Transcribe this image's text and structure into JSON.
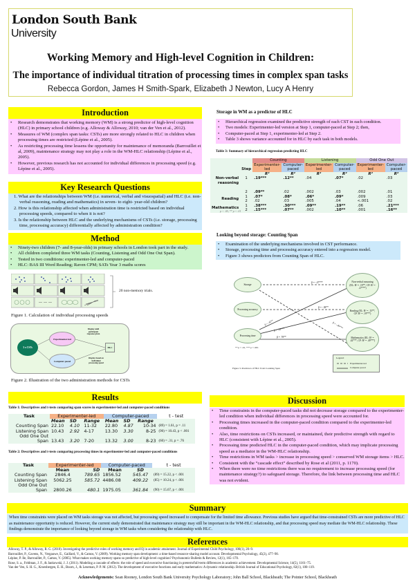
{
  "header": {
    "logo_line1": "London South Bank",
    "logo_line2": "University",
    "title": "Working Memory and High-level Cognition in Children:",
    "subtitle": "The importance of individual titration of processing times in complex span tasks",
    "authors": "Rebecca Gordon, James H Smith-Spark, Elizabeth J Newton, Lucy A Henry"
  },
  "introduction": {
    "heading": "Introduction",
    "bullets": [
      "Research demonstrates that working memory (WM) is a strong predictor of high-level cognition (HLC) in primary school children (e.g. Alloway & Alloway, 2010; van der Ven et al., 2012).",
      "Measures of WM (complex span tasks: CSTs) are more strongly related to HLC in children when processing times are restricted (Lépine et al., 2005).",
      "As restricting processing time lessens the opportunity for maintenance of memoranda (Barrouillet et al, 2009), maintenance strategy may not play a role in the WM-HLC relationship (Lépine et al., 2005).",
      "However, previous research has not accounted for individual differences in processing speed (e.g. Lépine et al., 2005)."
    ]
  },
  "research_questions": {
    "heading": "Key Research Questions",
    "items": [
      "1. What are the relationships between WM (i.e. numerical, verbal and visuospatial) and HLC (i.e. non-verbal reasoning, reading and mathematics) in seven- to eight- year-old children?",
      "2. How is this relationship affected when administration time is restricted based on individual processing speeds, compared to when it is not?",
      "3. Is the relationship between HLC and the underlying mechanisms of CSTs (i.e. storage, processing time, processing accuracy) differentially affected by administration condition?"
    ]
  },
  "method": {
    "heading": "Method",
    "bullets": [
      "Ninety-two children (7- and 8-year-olds) in primary schools in London took part in the study.",
      "All children completed three WM tasks (Counting, Listening and Odd One Out Span).",
      "Tested in two conditions: experimenter-led and computer-paced",
      "HLC: BAS III Word Reading; Raven CPM; SATs Year 3 maths scores"
    ],
    "figure1_note": "20 non-memory trials.",
    "figure1_caption": "Figure 1. Calculation of individual processing speeds",
    "figure2": {
      "source": "3 x CSTs",
      "cond1": "Experimenter-led",
      "cond2": "Computer-paced",
      "target": "HLC",
      "note1": "Display until participant response given",
      "note2": "Display based on individual processing speed"
    },
    "figure2_caption": "Figure 2. Illustration of the two administration methods for CSTs"
  },
  "storage": {
    "heading": "Storage in WM as a predictor of HLC",
    "bullets": [
      "Hierarchical regression examined the predictive strength of each CST in each condition.",
      "Two models: Experimenter-led version at Step 1, computer-paced at Step 2; then,",
      "Computer-paced at Step 1, experimenter-led at Step 2.",
      "Table 3 shows variance accounted for in HLC by each task in both models."
    ],
    "table3_caption": "Table 3: Summary of hierarchical regression predicting HLC",
    "table3": {
      "groups": [
        "Counting",
        "Listening",
        "Odd One Out"
      ],
      "step_label": "Step",
      "sub": [
        "Experimenter-led",
        "Computer-paced"
      ],
      "r2": "R²",
      "rows": [
        {
          "label": "Non-verbal reasoning",
          "step": "1",
          "vals": [
            ".19***",
            ".12**",
            ".04",
            ".07*",
            ".02",
            ".03"
          ],
          "bold": [
            true,
            true,
            false,
            true,
            false,
            false
          ]
        },
        {
          "label": "",
          "step": "2",
          "vals": [
            ".09**",
            ".02",
            ".002",
            ".03",
            ".002",
            ".01"
          ],
          "bold": [
            true,
            false,
            false,
            false,
            false,
            false
          ]
        },
        {
          "label": "Reading",
          "step": "1",
          "vals": [
            ".07*",
            ".08*",
            ".06*",
            ".09*",
            ".009",
            ".03"
          ],
          "bold": [
            true,
            true,
            true,
            true,
            false,
            false
          ]
        },
        {
          "label": "",
          "step": "2",
          "vals": [
            ".02",
            ".03",
            ".005",
            ".04",
            "<.001",
            ".02"
          ],
          "bold": [
            false,
            false,
            false,
            false,
            false,
            false
          ]
        },
        {
          "label": "Mathematics",
          "step": "1",
          "vals": [
            ".38***",
            ".30***",
            ".09**",
            ".19**",
            ".06",
            ".21***"
          ],
          "bold": [
            true,
            true,
            true,
            true,
            false,
            true
          ]
        },
        {
          "label": "",
          "step": "2",
          "vals": [
            ".15***",
            ".07**",
            ".002",
            ".10**",
            ".001",
            ".16**"
          ],
          "bold": [
            true,
            true,
            false,
            true,
            false,
            true
          ]
        }
      ],
      "footnote": "p < .05, ** p < .01"
    }
  },
  "beyond": {
    "heading": "Looking beyond storage: Counting Span",
    "bullets": [
      "Examination of the underlying mechanisms involved in CST performance.",
      "Storage, processing time and processing accuracy entered into a regression model.",
      "Figure 3 shows predictors from Counting Span of HLC."
    ],
    "figure3": {
      "left_nodes": [
        "Storage",
        "Processing accuracy",
        "Processing time"
      ],
      "right_nodes": [
        "Non-verbal reasoning (EL: R² = .19**, CP: R² = .27***)",
        "Reading (EL: R² = .15**, CP: R² = .19***)",
        "Mathematics (EL: R² = .42***, CP: R² = .49***)"
      ],
      "paths": [
        "β = -.47***",
        "β = -.38**",
        "β = .42**",
        "β = .58***",
        "β = .78**",
        "β = -.49***"
      ],
      "sig_note": "** p < .01, *** p < .001",
      "legend_title": "Legend:",
      "legend_el": "Experimenter-led",
      "legend_cp": "Computer-paced",
      "caption": "Figure 3. Predictors of HLC from Counting Span"
    }
  },
  "results": {
    "heading": "Results",
    "table1_caption": "Table 1: Descriptives and t-tests comparing span scores in experimenter-led and computer-paced conditions",
    "table1": {
      "task_label": "Task",
      "group_el": "Experimenter-led",
      "group_cp": "Computer-paced",
      "ttest_label": "t - test",
      "cols": [
        "Mean",
        "SD",
        "Range",
        "Mean",
        "SD",
        "Range"
      ],
      "rows": [
        {
          "task": "Counting Span",
          "vals": [
            "22.10",
            "4.10",
            "11-32",
            "22.80",
            "4.87",
            "10-34"
          ],
          "t": "(89) = 1.61, p = .11"
        },
        {
          "task": "Listening Span",
          "vals": [
            "10.43",
            "2.92",
            "4-17",
            "13.30",
            "3.30",
            "8-25"
          ],
          "t": "(90) = 10.43, p < .001"
        },
        {
          "task": "Odd One Out Span",
          "vals": [
            "13.43",
            "3.20",
            "7-20",
            "13.32",
            "3.00",
            "8-23"
          ],
          "t": "(60) = .31, p = .76"
        }
      ]
    },
    "table2_caption": "Table 2: Descriptives and t-tests comparing processing times in experimenter-led and computer-paced conditions",
    "table2": {
      "task_label": "Task",
      "group_el": "Experimenter-led",
      "group_cp": "Computer-paced",
      "ttest_label": "t - test",
      "cols": [
        "Mean",
        "SD",
        "Mean",
        "SD"
      ],
      "rows": [
        {
          "task": "Counting Span",
          "vals": [
            "2846.4",
            "789.65",
            "1856.52",
            "545.47"
          ],
          "t": "(89) = 15.22, p < .001"
        },
        {
          "task": "Listening Span",
          "vals": [
            "5062.25",
            "585.72",
            "4486.08",
            "409.22"
          ],
          "t": "(85) = 10.24, p < .001"
        },
        {
          "task": "Odd One Out Span",
          "vals": [
            "2800.26",
            "480.1",
            "1975.05",
            "361.84"
          ],
          "t": "(90) = 15.67, p < .001"
        }
      ]
    }
  },
  "discussion": {
    "heading": "Discussion",
    "bullets": [
      "Time constraints in the computer-paced tasks did not decrease storage compared to the experimenter-led condition when individual differences in processing speed were accounted for.",
      "Processing times increased in the computer-paced condition compared to the experimenter-led condition.",
      "Also, time restrictions on CSTs increased, or maintained, their predictive strength with regard to HLC (consistent with Lépine et al., 2005).",
      "Processing time predicted HLC in the computer-paced condition, which may implicate processing speed as a mediator in the WM-HLC relationship.",
      "Time restrictions in WM tasks > increase in processing speed > conserved WM storage items > HLC.",
      "Consistent with the “cascade effect” described by Rose et al (2011, p. 1170).",
      "When there were no time restrictions there was no requirement to increase processing speed (for maintenance strategy?) to safeguard storage. Therefore, the link between processing time and HLC was not evident."
    ]
  },
  "summary": {
    "heading": "Summary",
    "text": "When time constraints were placed on WM tasks storage was not affected, but processing speed increased to compensate for the limited time allowance. Previous studies have argued that time-constrained CSTs are more predictive of HLC as maintenance opportunity is reduced. However, the current study demonstrated that maintenance strategy may still be important in the WM-HLC relationship, and that processing speed may mediate the WM-HLC relationship. These findings demonstrate the importance of looking beyond storage in WM tasks when considering the relationship with HLC."
  },
  "references": {
    "heading": "References",
    "items": [
      "Alloway, T. P., & Alloway, R. G. (2010). Investigating the predictive roles of working memory and IQ in academic attainment. Journal of Experimental Child Psychology, 106(1), 20–9.",
      "Barrouillet, P., Gavens, N., Vergauwe, E., Gaillard, V., & Camos, V. (2009). Working memory span development: a time-based resource-sharing model account. Developmental Psychology, 45(2), 477–90.",
      "Lépine, P. Ile, Barrouillet, P., Camos, V. (2005). What makes working memory spans so predictive of high-level cognition? Psychonomic Bulletin & Review, 12(1), 165–170.",
      "Rose, S. a., Feldman, J. F., & Jankowski, J. J. (2011). Modeling a cascade of effects: the role of speed and executive functioning in preterm/full-term differences in academic achievement. Developmental Science, 14(5), 1161–75.",
      "Van der Ven, S. H. G., Kroesbergen, E. H., Boom, J., & Leseman, P. P. M. (2012). The development of executive functions and early mathematics: A dynamic relationship. British Journal of Educational Psychology, 82(1), 100–119."
    ],
    "ack_label": "Acknowledgements:",
    "ack_text": " Sean Rooney, London South Bank University Psychology Laboratory; John Ball School, Blackheath; The Pointer School, Blackheath"
  }
}
